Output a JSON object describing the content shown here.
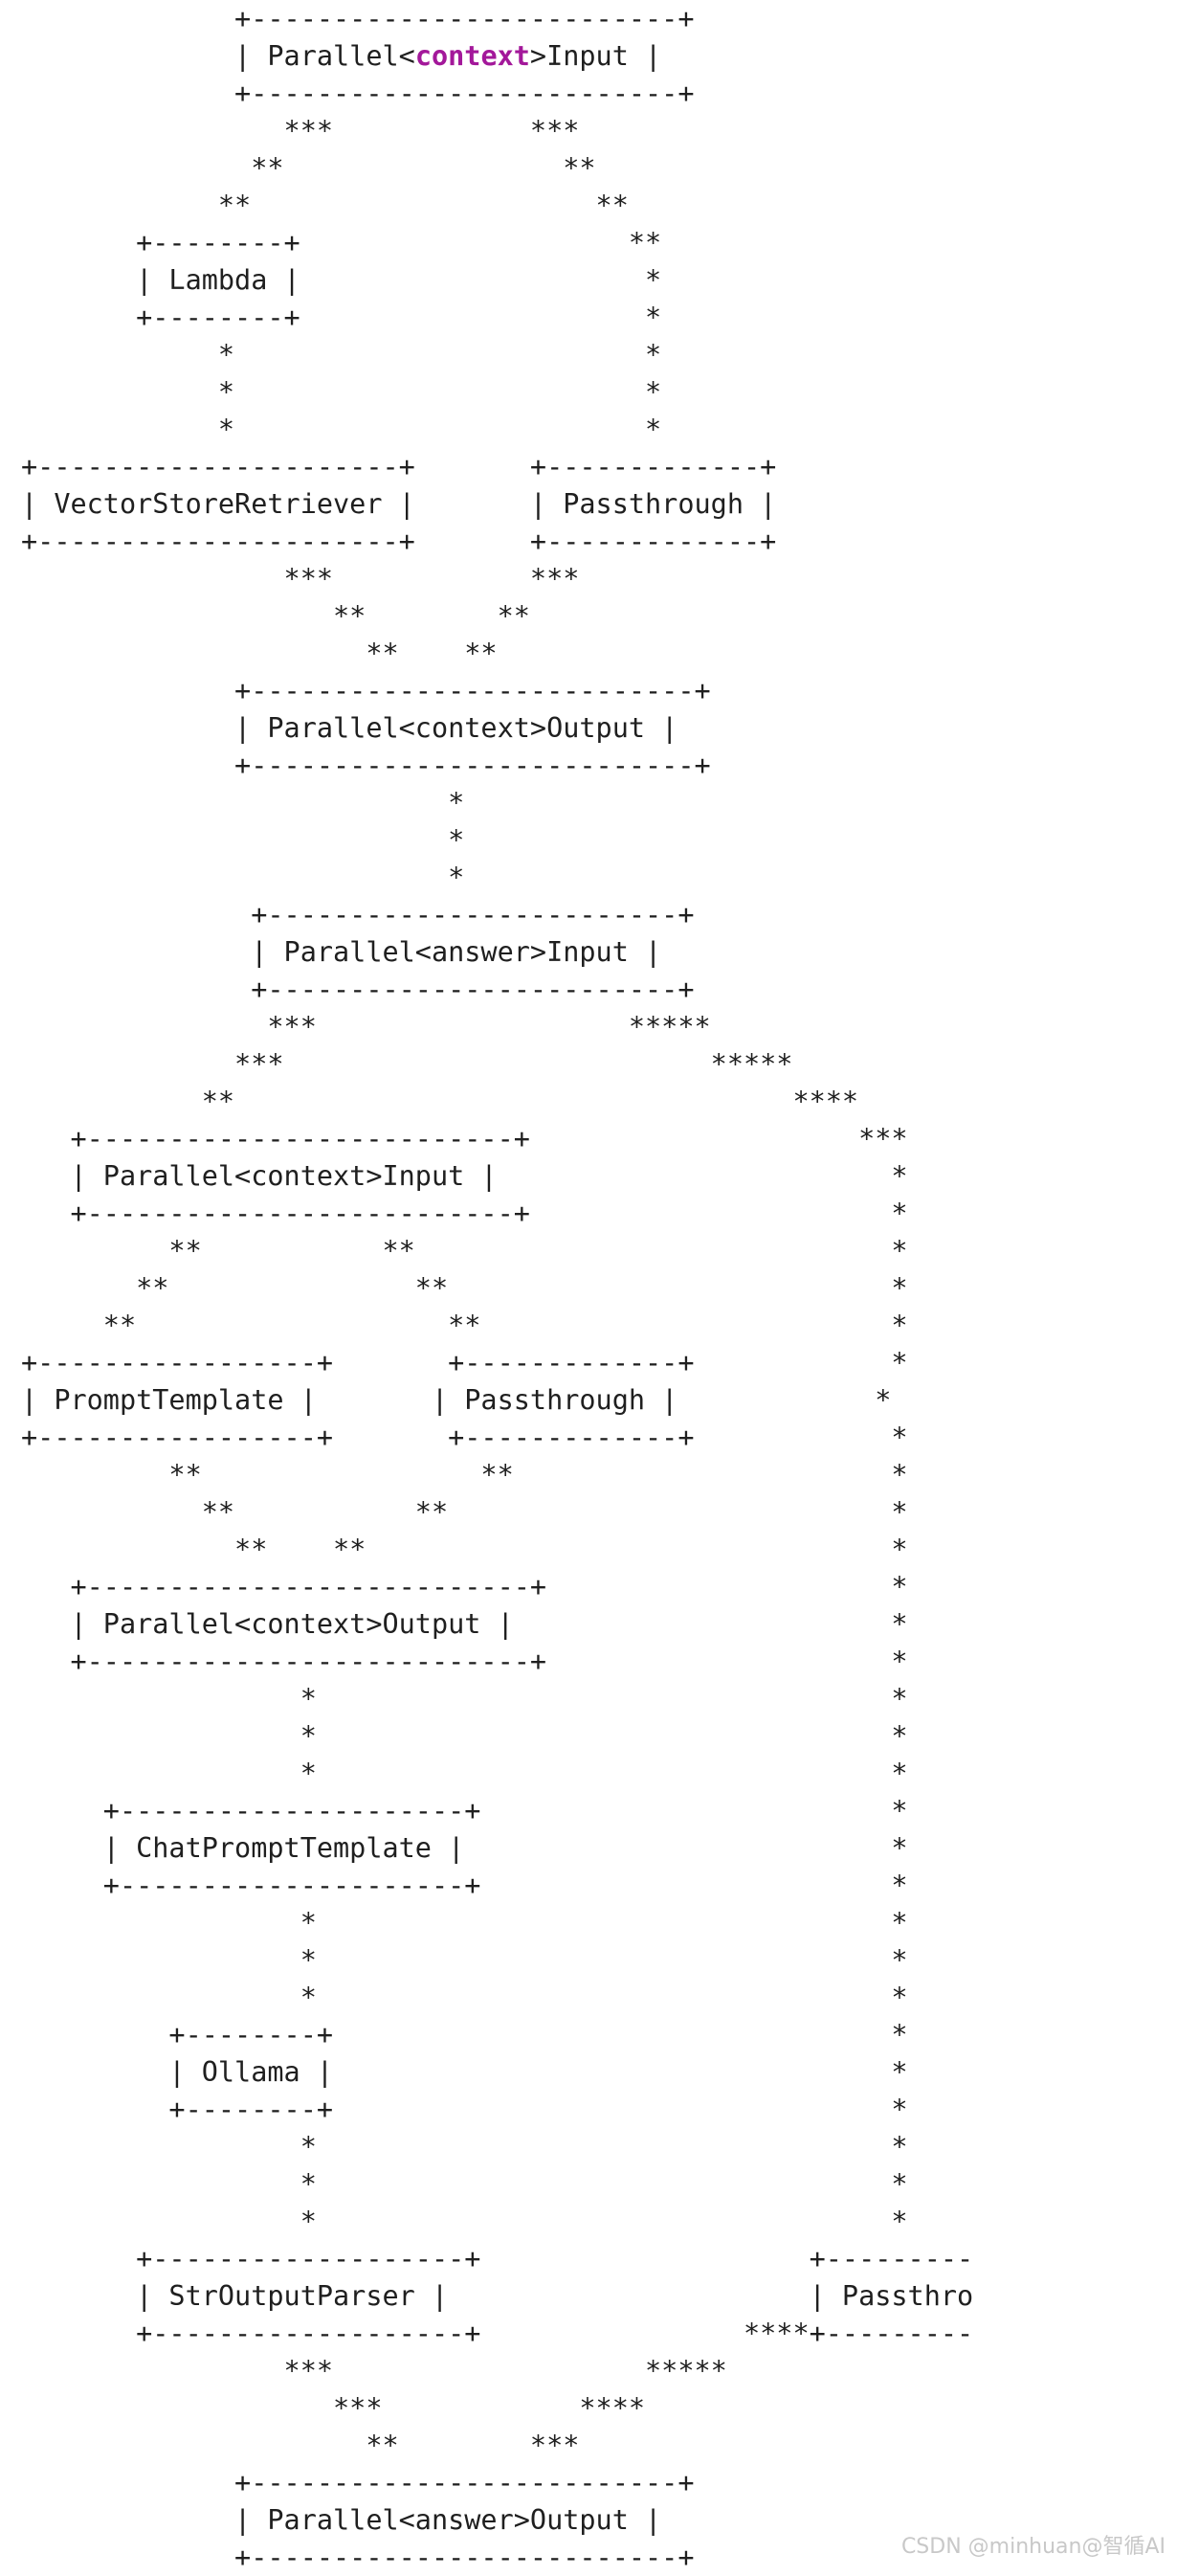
{
  "diagram": {
    "highlight_color": "#a3189a",
    "text_color": "#1f1f1f",
    "lines": [
      [
        {
          "t": "             +--------------------------+"
        }
      ],
      [
        {
          "t": "             | Parallel<"
        },
        {
          "t": "context",
          "hl": true
        },
        {
          "t": ">Input |"
        }
      ],
      [
        {
          "t": "             +--------------------------+"
        }
      ],
      [
        {
          "t": "                ***            ***"
        }
      ],
      [
        {
          "t": "              **                 **"
        }
      ],
      [
        {
          "t": "            **                     **"
        }
      ],
      [
        {
          "t": "       +--------+                    **"
        }
      ],
      [
        {
          "t": "       | Lambda |                     *"
        }
      ],
      [
        {
          "t": "       +--------+                     *"
        }
      ],
      [
        {
          "t": "            *                         *"
        }
      ],
      [
        {
          "t": "            *                         *"
        }
      ],
      [
        {
          "t": "            *                         *"
        }
      ],
      [
        {
          "t": "+----------------------+       +-------------+"
        }
      ],
      [
        {
          "t": "| VectorStoreRetriever |       | Passthrough |"
        }
      ],
      [
        {
          "t": "+----------------------+       +-------------+"
        }
      ],
      [
        {
          "t": "                ***            ***"
        }
      ],
      [
        {
          "t": "                   **        **"
        }
      ],
      [
        {
          "t": "                     **    **"
        }
      ],
      [
        {
          "t": "             +---------------------------+"
        }
      ],
      [
        {
          "t": "             | Parallel<context>Output |"
        }
      ],
      [
        {
          "t": "             +---------------------------+"
        }
      ],
      [
        {
          "t": "                          *"
        }
      ],
      [
        {
          "t": "                          *"
        }
      ],
      [
        {
          "t": "                          *"
        }
      ],
      [
        {
          "t": "              +-------------------------+"
        }
      ],
      [
        {
          "t": "              | Parallel<answer>Input |"
        }
      ],
      [
        {
          "t": "              +-------------------------+"
        }
      ],
      [
        {
          "t": "               ***                   *****"
        }
      ],
      [
        {
          "t": "             ***                          *****"
        }
      ],
      [
        {
          "t": "           **                                  ****"
        }
      ],
      [
        {
          "t": "   +--------------------------+                    ***"
        }
      ],
      [
        {
          "t": "   | Parallel<context>Input |                        *"
        }
      ],
      [
        {
          "t": "   +--------------------------+                      *"
        }
      ],
      [
        {
          "t": "         **           **                             *"
        }
      ],
      [
        {
          "t": "       **               **                           *"
        }
      ],
      [
        {
          "t": "     **                   **                         *"
        }
      ],
      [
        {
          "t": "+-----------------+       +-------------+            *"
        }
      ],
      [
        {
          "t": "| PromptTemplate |       | Passthrough |            *"
        }
      ],
      [
        {
          "t": "+-----------------+       +-------------+            *"
        }
      ],
      [
        {
          "t": "         **                 **                       *"
        }
      ],
      [
        {
          "t": "           **           **                           *"
        }
      ],
      [
        {
          "t": "             **    **                                *"
        }
      ],
      [
        {
          "t": "   +---------------------------+                     *"
        }
      ],
      [
        {
          "t": "   | Parallel<context>Output |                       *"
        }
      ],
      [
        {
          "t": "   +---------------------------+                     *"
        }
      ],
      [
        {
          "t": "                 *                                   *"
        }
      ],
      [
        {
          "t": "                 *                                   *"
        }
      ],
      [
        {
          "t": "                 *                                   *"
        }
      ],
      [
        {
          "t": "     +---------------------+                         *"
        }
      ],
      [
        {
          "t": "     | ChatPromptTemplate |                          *"
        }
      ],
      [
        {
          "t": "     +---------------------+                         *"
        }
      ],
      [
        {
          "t": "                 *                                   *"
        }
      ],
      [
        {
          "t": "                 *                                   *"
        }
      ],
      [
        {
          "t": "                 *                                   *"
        }
      ],
      [
        {
          "t": "         +--------+                                  *"
        }
      ],
      [
        {
          "t": "         | Ollama |                                  *"
        }
      ],
      [
        {
          "t": "         +--------+                                  *"
        }
      ],
      [
        {
          "t": "                 *                                   *"
        }
      ],
      [
        {
          "t": "                 *                                   *"
        }
      ],
      [
        {
          "t": "                 *                                   *"
        }
      ],
      [
        {
          "t": "       +-------------------+                    +---------"
        }
      ],
      [
        {
          "t": "       | StrOutputParser |                      | Passthro"
        }
      ],
      [
        {
          "t": "       +-------------------+                ****+---------"
        }
      ],
      [
        {
          "t": "                ***                   *****"
        }
      ],
      [
        {
          "t": "                   ***            ****"
        }
      ],
      [
        {
          "t": "                     **        ***"
        }
      ],
      [
        {
          "t": "             +--------------------------+"
        }
      ],
      [
        {
          "t": "             | Parallel<answer>Output |"
        }
      ],
      [
        {
          "t": "             +--------------------------+"
        }
      ]
    ]
  },
  "watermark": "CSDN @minhuan@智循AI"
}
